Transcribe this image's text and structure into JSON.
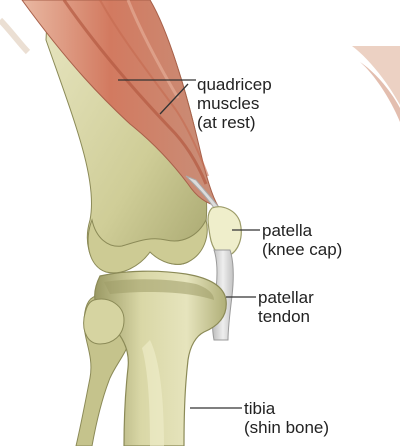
{
  "figure": {
    "labels": {
      "quadricep": [
        "quadricep",
        "muscles",
        "(at rest)"
      ],
      "patella": [
        "patella",
        "(knee cap)"
      ],
      "tendon": [
        "patellar",
        "tendon"
      ],
      "tibia": [
        "tibia",
        "(shin bone)"
      ]
    },
    "colors": {
      "bone": "#d8d6a4",
      "bone_shadow": "#a9a873",
      "muscle": "#d88f78",
      "muscle_dark": "#b8614a",
      "tendon": "#d4d4d4",
      "patella": "#ecebc2",
      "text": "#222222"
    }
  }
}
